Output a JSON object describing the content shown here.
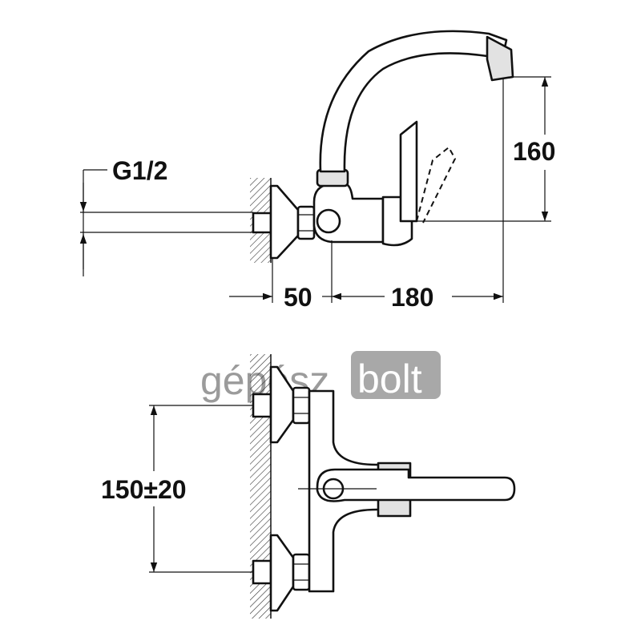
{
  "dimensions": {
    "thread": "G1/2",
    "wall_offset": "50",
    "spout_reach": "180",
    "spout_height": "160",
    "inlet_spacing": "150±20"
  },
  "watermark": {
    "part1": "gépész",
    "part2": "bolt",
    "color_dark": "#8a8a8a",
    "color_light": "#c8c8c8",
    "badge_color": "#9a9a9a"
  },
  "colors": {
    "line": "#111111",
    "background": "#ffffff"
  }
}
